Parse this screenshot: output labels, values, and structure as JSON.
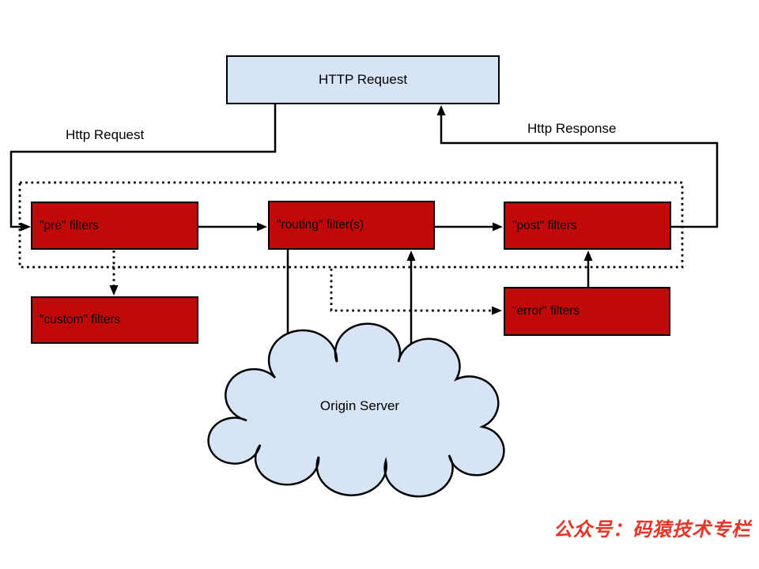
{
  "colors": {
    "filter_box_fill": "#c00a0a",
    "request_box_fill": "#d6e4f6",
    "cloud_fill": "#d6e4f6",
    "line_color": "#000000",
    "watermark_color": "#e73527"
  },
  "nodes": {
    "http_request": "HTTP Request",
    "pre_filters": "\"pre\" filters",
    "routing_filters": "\"routing\" filter(s)",
    "post_filters": "\"post\" filters",
    "custom_filters": "\"custom\" filters",
    "error_filters": "\"error\" filters",
    "origin_server": "Origin Server"
  },
  "edge_labels": {
    "http_request": "Http Request",
    "http_response": "Http Response"
  },
  "watermark": "公众号：码猿技术专栏"
}
